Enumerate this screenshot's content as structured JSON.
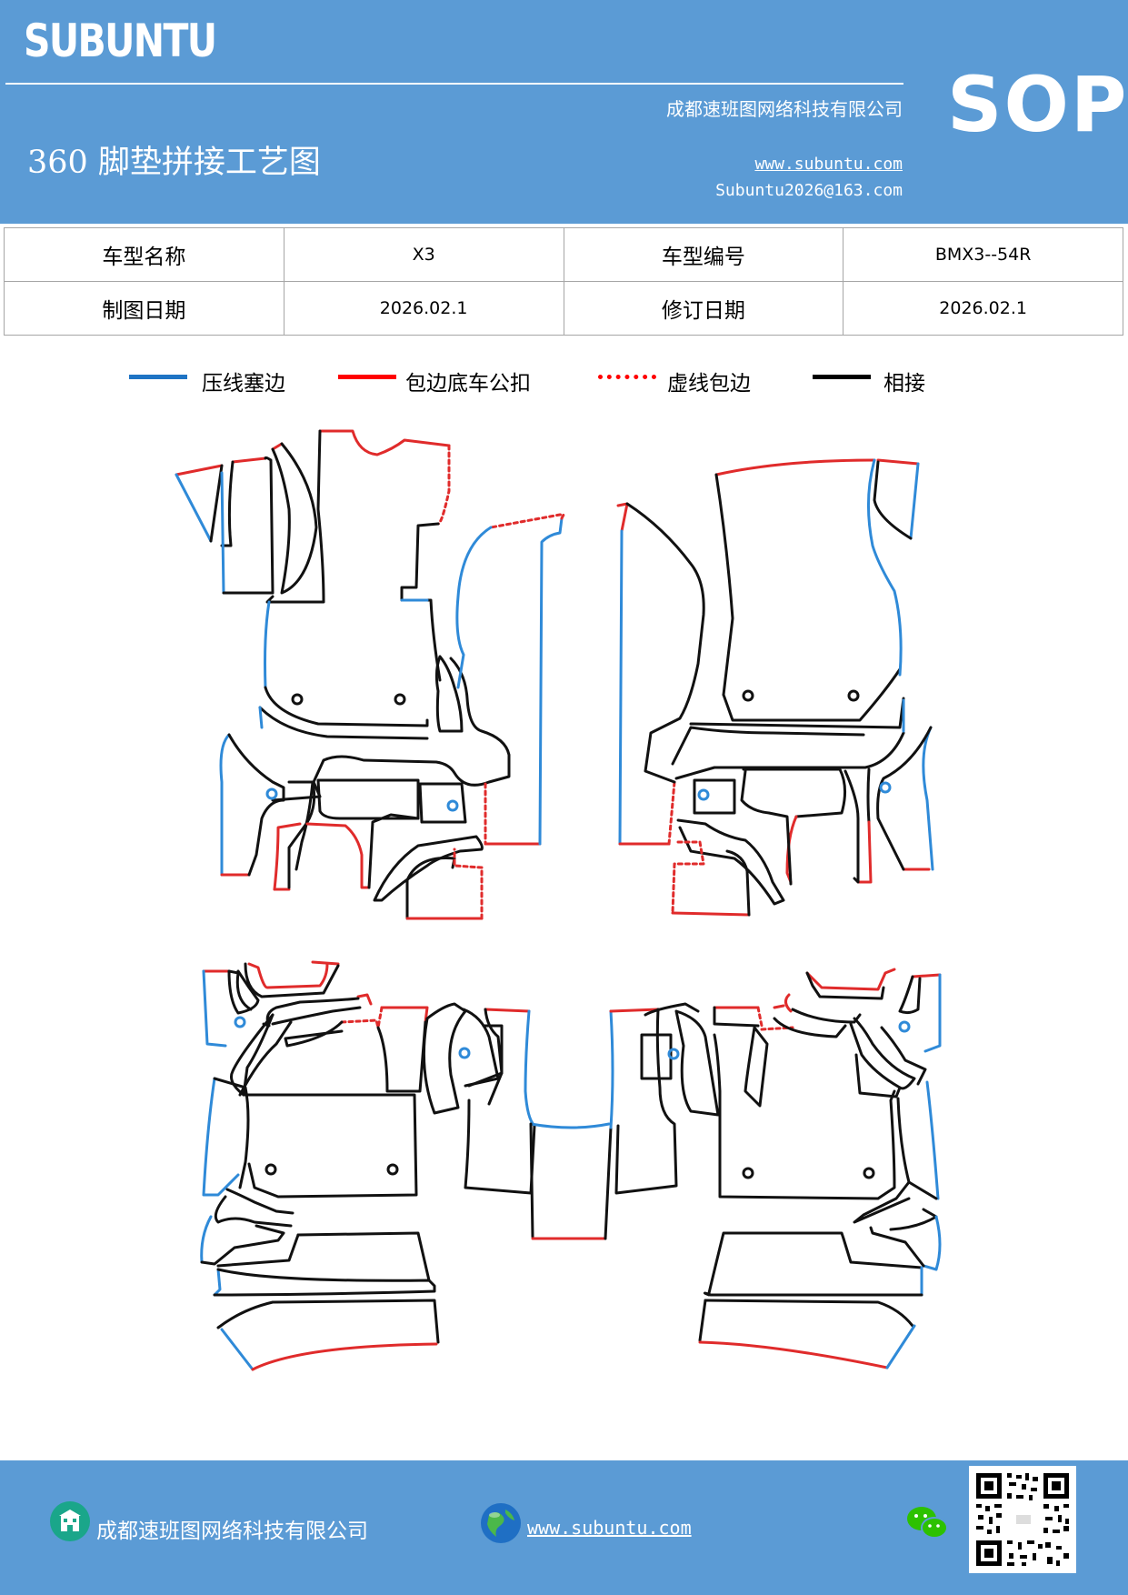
{
  "header": {
    "brand": "SUBUNTU",
    "company": "成都速班图网络科技有限公司",
    "title": "360 脚垫拼接工艺图",
    "url": "www.subuntu.com",
    "email": "Subuntu2026@163.com",
    "doc_type": "SOP"
  },
  "info_table": {
    "rows": [
      {
        "label1": "车型名称",
        "value1": "X3",
        "label2": "车型编号",
        "value2": "BMX3--54R"
      },
      {
        "label1": "制图日期",
        "value1": "2026.02.1",
        "label2": "修订日期",
        "value2": "2026.02.1"
      }
    ]
  },
  "legend": {
    "items": [
      {
        "label": "压线塞边",
        "color": "#1f74c4",
        "style": "solid"
      },
      {
        "label": "包边底车公扣",
        "color": "#ff0000",
        "style": "solid"
      },
      {
        "label": "虚线包边",
        "color": "#ff0000",
        "style": "dotted"
      },
      {
        "label": "相接",
        "color": "#000000",
        "style": "solid"
      }
    ]
  },
  "colors": {
    "header_bg": "#5b9bd5",
    "edge_press": "#2f8ad8",
    "edge_wrap": "#e02b2b",
    "edge_join": "#111111"
  },
  "footer": {
    "company": "成都速班图网络科技有限公司",
    "url": "www.subuntu.com",
    "icons": [
      "building-icon",
      "globe-icon",
      "wechat-icon",
      "qr-code"
    ]
  }
}
